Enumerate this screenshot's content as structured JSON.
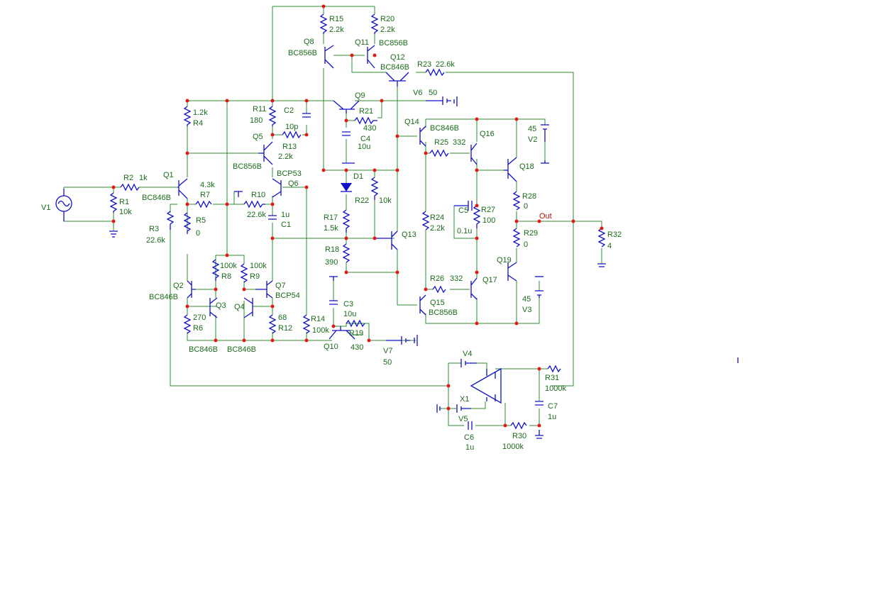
{
  "schematic": {
    "labels": {
      "R15": "R15",
      "R15v": "2.2k",
      "R20": "R20",
      "R20v": "2.2k",
      "Q8": "Q8",
      "Q8t": "BC856B",
      "Q11": "Q11",
      "Q11t": "BC856B",
      "Q12": "Q12",
      "Q12t": "BC846B",
      "R23": "R23",
      "R23v": "22.6k",
      "V6": "V6",
      "V6v": "50",
      "Q9": "Q9",
      "R21": "R21",
      "R21v": "430",
      "R11": "R11",
      "R11v": "180",
      "C2": "C2",
      "C2v": "10p",
      "R4v": "1.2k",
      "R4": "R4",
      "Q5": "Q5",
      "R13": "R13",
      "R13v": "2.2k",
      "C4": "C4",
      "C4v": "10u",
      "Q14": "Q14",
      "Q14t": "BC846B",
      "Q16": "Q16",
      "V2v": "45",
      "V2": "V2",
      "R25": "R25",
      "R25v": "332",
      "Q5t": "BC856B",
      "Q6t": "BCP53",
      "Q6": "Q6",
      "D1": "D1",
      "Q18": "Q18",
      "R2": "R2",
      "R2v": "1k",
      "Q1": "Q1",
      "Q1t": "BC846B",
      "R22": "R22",
      "R22v": "10k",
      "R28": "R28",
      "R28v": "0",
      "R7v": "4.3k",
      "R7": "R7",
      "R10": "R10",
      "R10v": "22.6k",
      "V1": "V1",
      "R1": "R1",
      "R1v": "10k",
      "C1v": "1u",
      "C1": "C1",
      "R24": "R24",
      "R24v": "2.2k",
      "C5": "C5",
      "C5v": "0.1u",
      "R27": "R27",
      "R27v": "100",
      "Out": "Out",
      "R5": "R5",
      "R5v": "0",
      "R3": "R3",
      "R3v": "22.6k",
      "R17": "R17",
      "R17v": "1.5k",
      "Q13": "Q13",
      "R29": "R29",
      "R29v": "0",
      "R32": "R32",
      "R32v": "4",
      "R18": "R18",
      "R18v": "390",
      "R8v": "100k",
      "R8": "R8",
      "R9v": "100k",
      "R9": "R9",
      "Q19": "Q19",
      "Q2": "Q2",
      "Q7": "Q7",
      "Q7t": "BCP54",
      "R26": "R26",
      "R26v": "332",
      "Q17": "Q17",
      "Q2t": "BC846B",
      "Q3": "Q3",
      "Q4": "Q4",
      "C3": "C3",
      "V3v": "45",
      "V3": "V3",
      "Q15": "Q15",
      "Q15t": "BC856B",
      "C3v": "10u",
      "R6v": "270",
      "R6": "R6",
      "R12v": "68",
      "R12": "R12",
      "R14": "R14",
      "R14v": "100k",
      "R19": "R19",
      "Q3t": "BC846B",
      "Q4t": "BC846B",
      "Q10": "Q10",
      "R19v": "430",
      "V7": "V7",
      "V7v": "50",
      "V4": "V4",
      "R31": "R31",
      "R31v": "1000k",
      "X1": "X1",
      "C7": "C7",
      "C7v": "1u",
      "V5": "V5",
      "C6": "C6",
      "C6v": "1u",
      "R30": "R30",
      "R30v": "1000k"
    }
  }
}
